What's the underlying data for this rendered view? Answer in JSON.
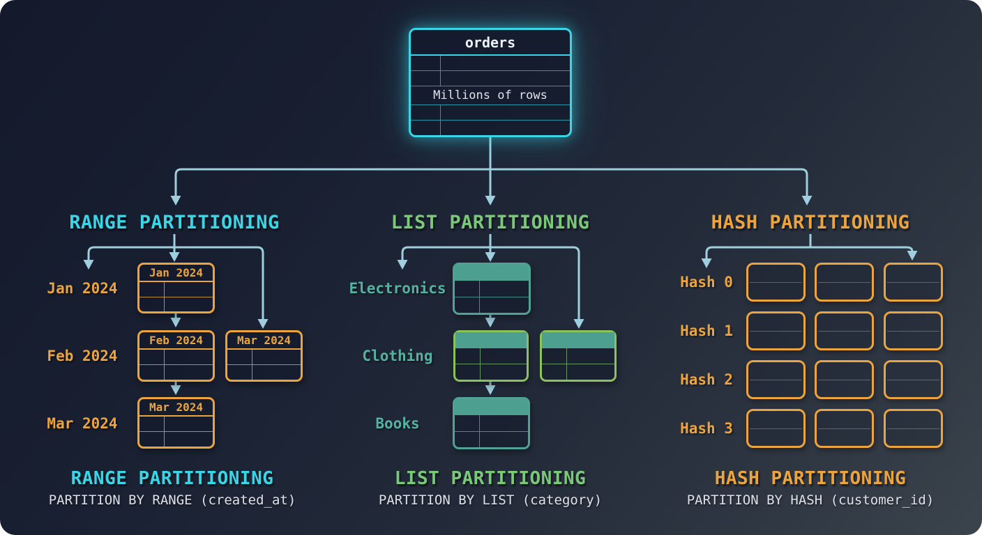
{
  "orders_table": {
    "title": "orders",
    "note": "Millions of rows"
  },
  "range": {
    "heading": "RANGE PARTITIONING",
    "row_labels": [
      "Jan 2024",
      "Feb 2024",
      "Mar 2024"
    ],
    "table_titles": [
      "Jan 2024",
      "Feb 2024",
      "Mar 2024"
    ],
    "side_table_title": "Mar 2024",
    "caption_title": "RANGE PARTITIONING",
    "caption_code": "PARTITION BY RANGE (created_at)"
  },
  "list": {
    "heading": "LIST PARTITIONING",
    "row_labels": [
      "Electronics",
      "Clothing",
      "Books"
    ],
    "caption_title": "LIST PARTITIONING",
    "caption_code": "PARTITION BY LIST (category)"
  },
  "hash": {
    "heading": "HASH PARTITIONING",
    "row_labels": [
      "Hash 0",
      "Hash 1",
      "Hash 2",
      "Hash 3"
    ],
    "caption_title": "HASH PARTITIONING",
    "caption_code": "PARTITION BY HASH (customer_id)"
  },
  "colors": {
    "background_dark": "#141a2c",
    "background_light": "#3b434c",
    "cyan": "#38d6e6",
    "orange": "#eca43f",
    "green": "#7bc878",
    "teal_border": "#4fa294",
    "teal_fill": "#4d9f90",
    "lime_border": "#8cc25c",
    "teal_label": "#53b2a1",
    "connector": "#9fcede",
    "code_text": "#dce1e8"
  }
}
